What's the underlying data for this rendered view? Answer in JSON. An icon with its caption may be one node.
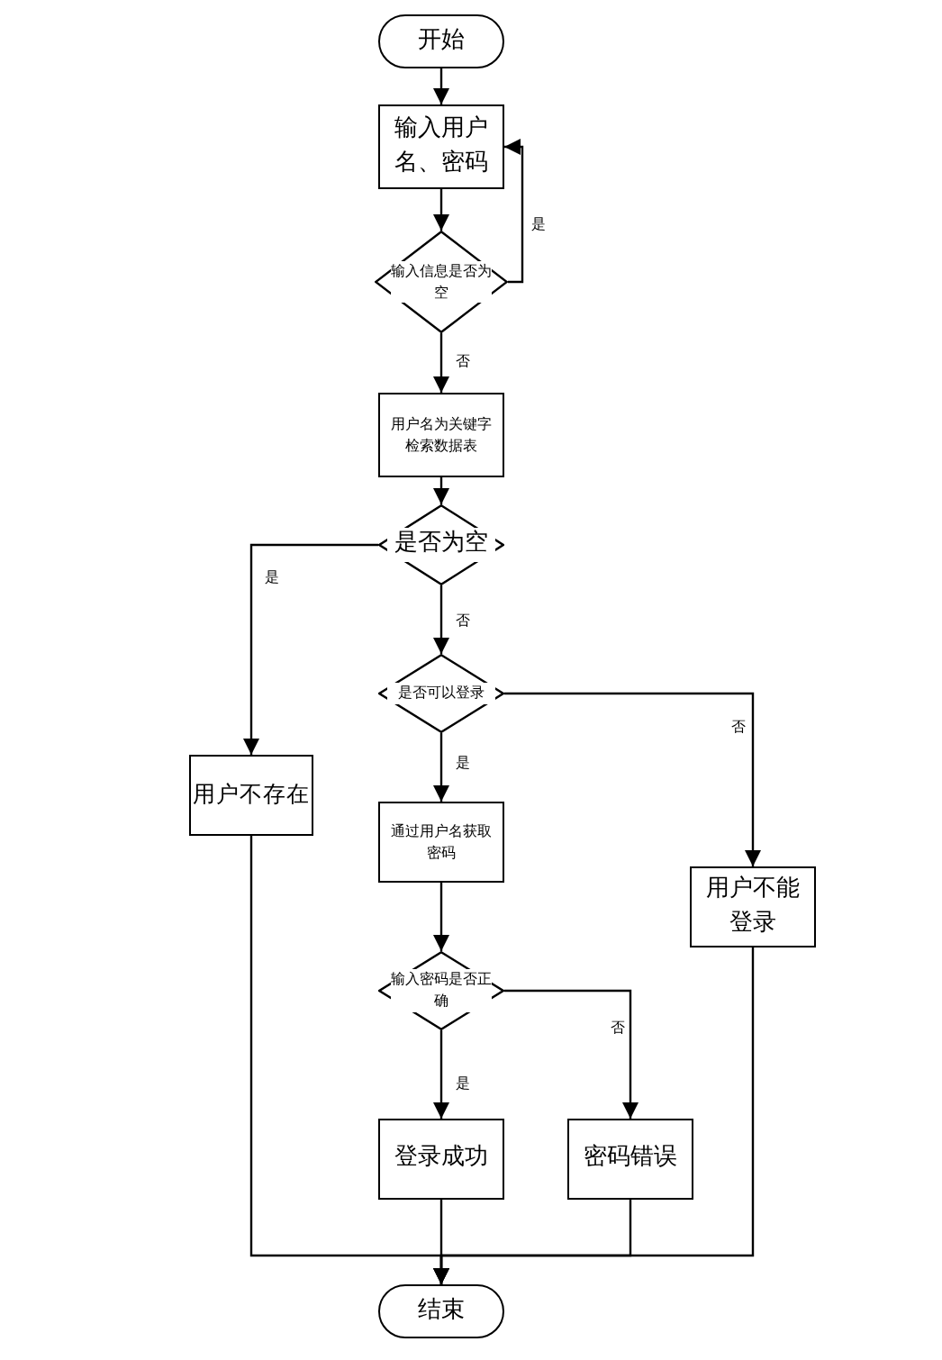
{
  "diagram": {
    "nodes": [
      {
        "text": [
          "开始"
        ]
      },
      {
        "text": [
          "输入用户名、密码"
        ]
      },
      {
        "text": [
          "输入信息是否为空"
        ]
      },
      {
        "text": [
          "用户名为关键字检索数据表"
        ]
      },
      {
        "text": [
          "是否为空"
        ]
      },
      {
        "text": [
          "是否可以登录"
        ]
      },
      {
        "text": [
          "用户不存在"
        ]
      },
      {
        "text": [
          "通过用户名获取密码"
        ]
      },
      {
        "text": [
          "用户不能登录"
        ]
      },
      {
        "text": [
          "输入密码是否正确"
        ]
      },
      {
        "text": [
          "登录成功"
        ]
      },
      {
        "text": [
          "密码错误"
        ]
      },
      {
        "text": [
          "结束"
        ]
      }
    ],
    "edges": [
      {
        "from": 0,
        "to": 1,
        "arrow": "to"
      },
      {
        "from": 1,
        "to": 2,
        "arrow": "to"
      },
      {
        "from": 2,
        "to": 1,
        "arrow": "to",
        "label": "是"
      },
      {
        "from": 2,
        "to": 3,
        "arrow": "to",
        "label": "否"
      },
      {
        "from": 3,
        "to": 4,
        "arrow": "to"
      },
      {
        "from": 4,
        "to": 6,
        "arrow": "to",
        "label": "是"
      },
      {
        "from": 4,
        "to": 5,
        "arrow": "to",
        "label": "否"
      },
      {
        "from": 5,
        "to": 7,
        "arrow": "to",
        "label": "是"
      },
      {
        "from": 5,
        "to": 8,
        "arrow": "to",
        "label": "否"
      },
      {
        "from": 7,
        "to": 9,
        "arrow": "to"
      },
      {
        "from": 9,
        "to": 10,
        "arrow": "to",
        "label": "是"
      },
      {
        "from": 9,
        "to": 11,
        "arrow": "to",
        "label": "否"
      },
      {
        "from": 6,
        "to": 12,
        "arrow": "to"
      },
      {
        "from": 10,
        "to": 12,
        "arrow": "to"
      },
      {
        "from": 11,
        "to": 12,
        "arrow": "to"
      },
      {
        "from": 8,
        "to": 12,
        "arrow": "to"
      }
    ]
  }
}
